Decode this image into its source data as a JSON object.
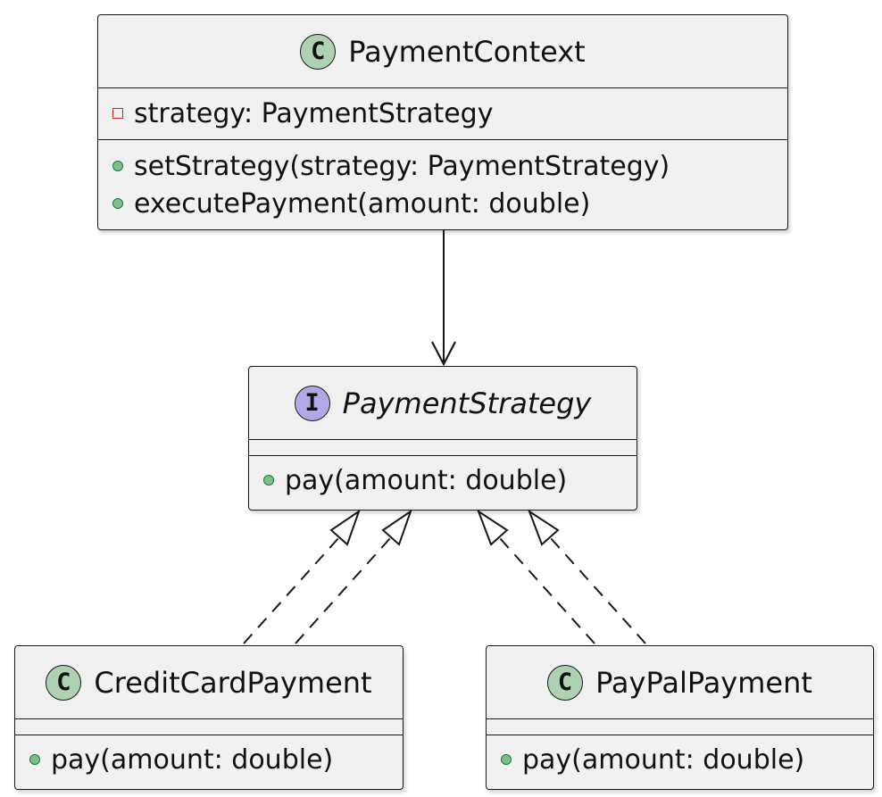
{
  "classes": {
    "payment_context": {
      "stereotype": "C",
      "name": "PaymentContext",
      "fields": [
        {
          "visibility": "private",
          "text": "strategy: PaymentStrategy"
        }
      ],
      "methods": [
        {
          "visibility": "public",
          "text": "setStrategy(strategy: PaymentStrategy)"
        },
        {
          "visibility": "public",
          "text": "executePayment(amount: double)"
        }
      ]
    },
    "payment_strategy": {
      "stereotype": "I",
      "name": "PaymentStrategy",
      "methods": [
        {
          "visibility": "public",
          "text": "pay(amount: double)"
        }
      ]
    },
    "credit_card_payment": {
      "stereotype": "C",
      "name": "CreditCardPayment",
      "methods": [
        {
          "visibility": "public",
          "text": "pay(amount: double)"
        }
      ]
    },
    "paypal_payment": {
      "stereotype": "C",
      "name": "PayPalPayment",
      "methods": [
        {
          "visibility": "public",
          "text": "pay(amount: double)"
        }
      ]
    }
  },
  "relations": [
    {
      "from": "PaymentContext",
      "to": "PaymentStrategy",
      "kind": "association"
    },
    {
      "from": "CreditCardPayment",
      "to": "PaymentStrategy",
      "kind": "realization"
    },
    {
      "from": "CreditCardPayment",
      "to": "PaymentStrategy",
      "kind": "realization"
    },
    {
      "from": "PayPalPayment",
      "to": "PaymentStrategy",
      "kind": "realization"
    },
    {
      "from": "PayPalPayment",
      "to": "PaymentStrategy",
      "kind": "realization"
    }
  ],
  "colors": {
    "class_fill": "#f1f1f1",
    "border": "#181818",
    "class_badge": "#add1b2",
    "interface_badge": "#b4a7e5",
    "private_marker": "#c82930",
    "public_marker": "#84be84"
  }
}
